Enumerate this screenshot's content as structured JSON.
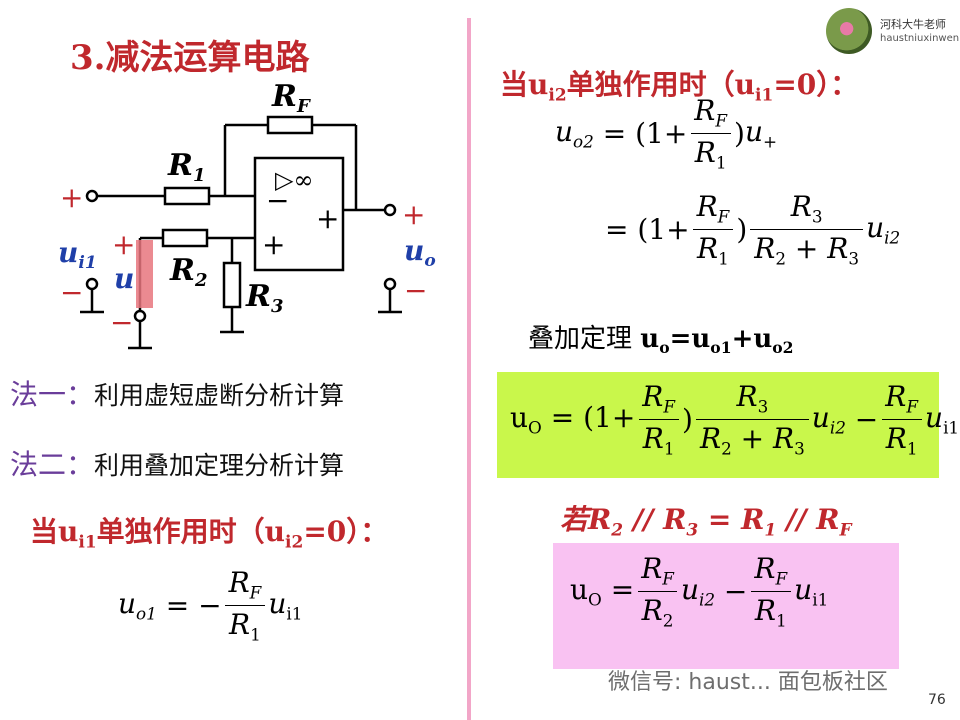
{
  "title": "3.减法运算电路",
  "logo": {
    "cn": "河科大牛老师",
    "en": "haustniuxinwen"
  },
  "circuit": {
    "rf": "R",
    "rf_sub": "F",
    "r1": "R",
    "r1_sub": "1",
    "r2": "R",
    "r2_sub": "2",
    "r3": "R",
    "r3_sub": "3",
    "amp_symbol": "▷∞",
    "minus_sign": "−",
    "plus_sign": "+",
    "ui1": "u",
    "ui1_sub": "i1",
    "ui2": "u",
    "uo": "u",
    "uo_sub": "o"
  },
  "methods": [
    {
      "label": "法一：",
      "text": "利用虚短虚断分析计算"
    },
    {
      "label": "法二：",
      "text": "利用叠加定理分析计算"
    }
  ],
  "cond1": {
    "a": "当u",
    "sub": "i1",
    "b": "单独作用时（u",
    "sub2": "i2",
    "c": "=0）："
  },
  "cond2": {
    "a": "当u",
    "sub": "i2",
    "b": "单独作用时（u",
    "sub2": "i1",
    "c": "=0）："
  },
  "superposition": {
    "label": "叠加定理",
    "eq": "u",
    "o": "o",
    "eq2": "=u",
    "o1": "o1",
    "plus": "+u",
    "o2": "o2"
  },
  "condition": {
    "text": "若R",
    "s2": "2",
    "m1": " // R",
    "s3": "3",
    "m2": " = R",
    "s1": "1",
    "m3": " // R",
    "sf": "F"
  },
  "watermark": "微信号: haust... 面包板社区",
  "page_number": "76",
  "colors": {
    "title": "#c0282d",
    "method_label": "#6a3d9a",
    "green_box": "#c9f74b",
    "pink_box": "#f9c2f2",
    "divider": "#f2a6c8",
    "uo_blue": "#1f3fa8"
  }
}
